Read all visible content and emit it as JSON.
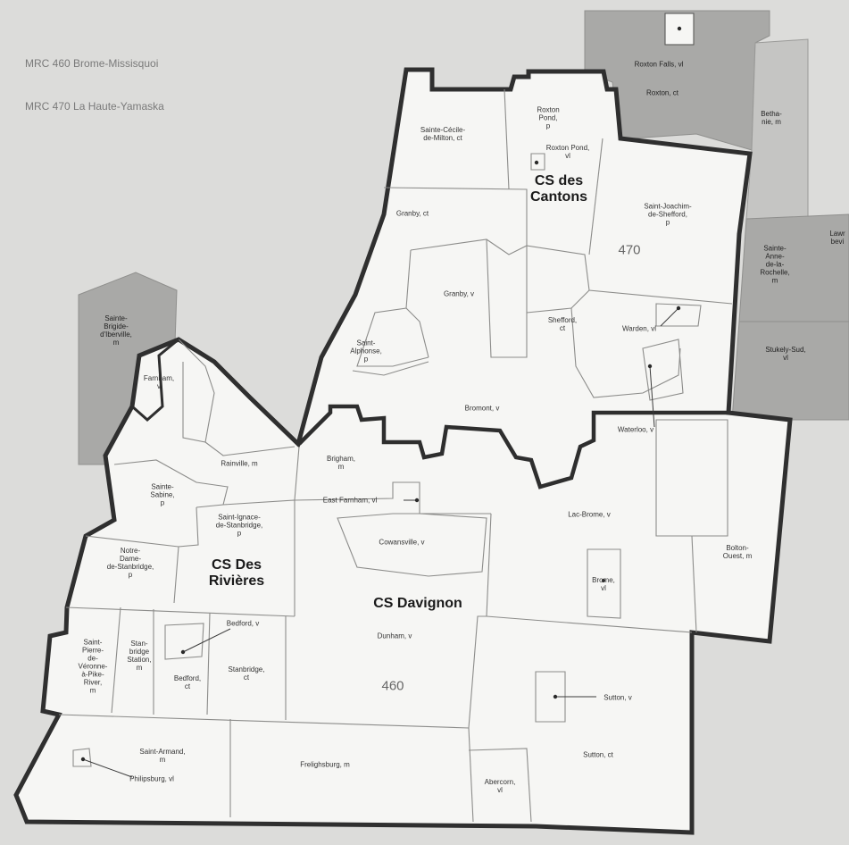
{
  "legend": {
    "mrc460": "MRC  460 Brome-Missisquoi",
    "mrc470": "MRC 470 La Haute-Yamaska"
  },
  "cs_labels": {
    "cantons": "CS des\nCantons",
    "rivieres": "CS Des\nRivières",
    "davignon": "CS Davignon"
  },
  "mrc_codes": {
    "c470": "470",
    "c460": "460"
  },
  "neighbors": {
    "roxton_falls": "Roxton Falls, vl",
    "roxton": "Roxton, ct",
    "bethanie": "Betha-\nnie, m",
    "sainte_anne": "Sainte-\nAnne-\nde-la-\nRochelle,\nm",
    "lawrenceville": "Lawr\nbevi",
    "stukely_sud": "Stukely-Sud,\nvl",
    "sainte_brigide": "Sainte-\nBrigide-\nd'Iberville,\nm"
  },
  "municipalities": {
    "sainte_cecile": "Sainte-Cécile-\nde-Milton, ct",
    "roxton_pond_p": "Roxton\nPond,\np",
    "roxton_pond_vl": "Roxton Pond,\nvl",
    "granby_ct": "Granby, ct",
    "saint_joachim": "Saint-Joachim-\nde-Shefford,\np",
    "granby_v": "Granby, v",
    "shefford": "Shefford,\nct",
    "warden": "Warden, vl",
    "saint_alphonse": "Saint-\nAlphonse,\np",
    "bromont": "Bromont, v",
    "waterloo": "Waterloo, v",
    "farnham": "Farnham,\nv",
    "rainville": "Rainville, m",
    "brigham": "Brigham,\nm",
    "sainte_sabine": "Sainte-\nSabine,\np",
    "east_farnham": "East Farnham, vl",
    "saint_ignace": "Saint-Ignace-\nde-Stanbridge,\np",
    "lac_brome": "Lac-Brome, v",
    "cowansville": "Cowansville, v",
    "bolton_ouest": "Bolton-\nOuest, m",
    "notre_dame": "Notre-\nDame-\nde-Stanbridge,\np",
    "brome": "Brome,\nvl",
    "saint_pierre": "Saint-\nPierre-\nde-\nVéronne-\nà-Pike-\nRiver,\nm",
    "stanbridge_station": "Stan-\nbridge\nStation,\nm",
    "bedford_v": "Bedford, v",
    "dunham": "Dunham, v",
    "bedford_ct": "Bedford,\nct",
    "stanbridge_ct": "Stanbridge,\nct",
    "sutton_v": "Sutton, v",
    "saint_armand": "Saint-Armand,\nm",
    "sutton_ct": "Sutton, ct",
    "philipsburg": "Philipsburg, vl",
    "frelighsburg": "Frelighsburg, m",
    "abercorn": "Abercorn,\nvl"
  }
}
